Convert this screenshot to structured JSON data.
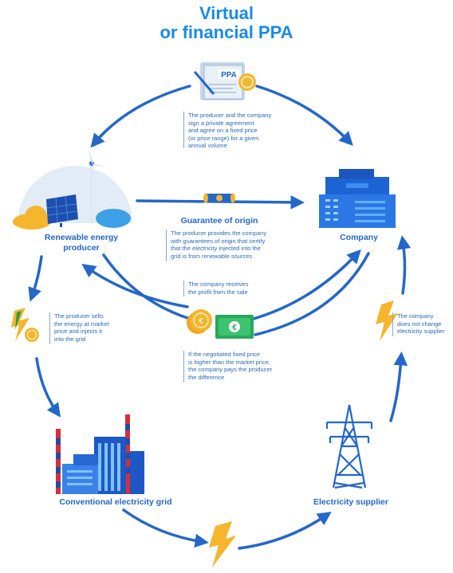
{
  "title": {
    "line1": "Virtual",
    "line2": "or financial PPA"
  },
  "nodes": {
    "producer": "Renewable energy\nproducer",
    "company": "Company",
    "grid": "Conventional electricity grid",
    "supplier": "Electricity supplier",
    "guarantee": "Guarantee of origin"
  },
  "ppa": {
    "badge": "PPA",
    "text": "The producer and the company\nsign a private agreement\nand agree on a fixed price\n(or price range) for a given\nannual volume"
  },
  "descriptions": {
    "guarantee": "The producer provides the company\nwith guarantees of origin that certify\nthat the electricity injected into the\ngrid is from renewable sources",
    "profit": "The company receives\nthe profit from the sale",
    "difference": "If the negotiated fixed price\nis higher than the market price,\nthe company pays the producer\nthe difference",
    "sells": "The producer sells\nthe energy at market\nprice and injects it\ninto the grid",
    "no_change": "The company\ndoes not change\nelectricity supplier"
  },
  "icons": {
    "ppa_document": "document-icon",
    "coin": "coin-icon",
    "wind_solar": "wind-solar-plant-icon",
    "building": "office-building-icon",
    "scroll": "scroll-certificate-icon",
    "money": "money-coins-icon",
    "bolt": "lightning-bolt-icon",
    "factory": "power-plant-icon",
    "pylon": "electricity-pylon-icon"
  },
  "colors": {
    "title": "#1a8ae6",
    "arrow": "#2467c8",
    "label": "#2467c8",
    "bolt": "#f7b731",
    "coin": "#f2b632"
  }
}
